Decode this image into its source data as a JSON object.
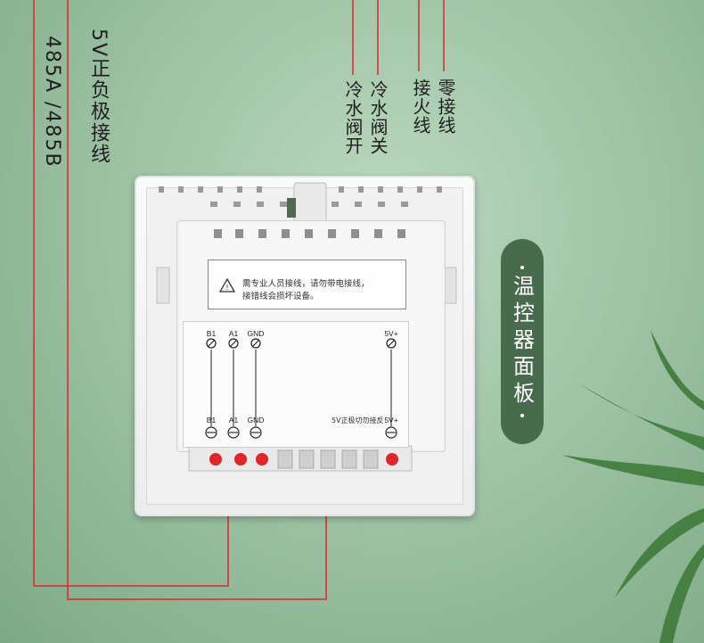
{
  "labels": {
    "rs485": "485A /485B",
    "power": "5V正负极接线",
    "cold_valve_open": "冷水阀开",
    "cold_valve_close": "冷水阀关",
    "live_wire": "接火线",
    "neutral_wire": "零接线"
  },
  "badge": {
    "text": "温控器面板"
  },
  "device": {
    "warning_line1": "需专业人员接线，请勿带电接线，",
    "warning_line2": "接错线会损坏设备。",
    "terminals": [
      "B1",
      "A1",
      "GND",
      "5V+"
    ],
    "polarity_note": "5V正极切勿接反"
  },
  "colors": {
    "background": "#9fc4a6",
    "wire": "#e0262a",
    "badge": "#476b4c",
    "panel": "#f5f5f5"
  }
}
